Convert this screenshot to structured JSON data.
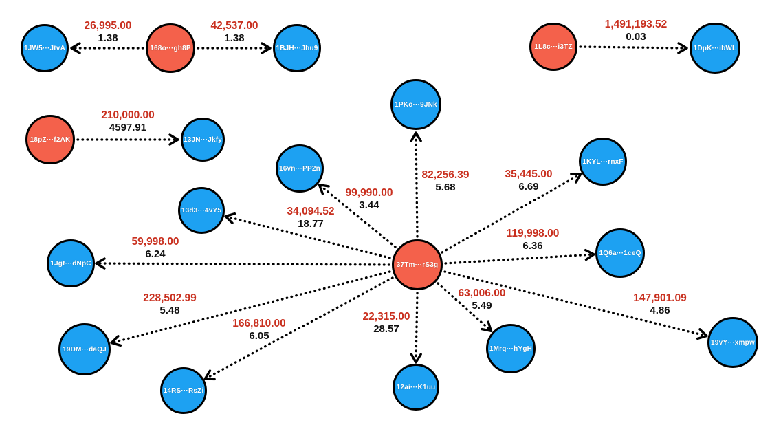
{
  "diagram": {
    "type": "transaction-flow-graph",
    "background": "#ffffff",
    "colors": {
      "source_node_fill": "#f4614b",
      "destination_node_fill": "#1da1f2",
      "node_border": "#000000",
      "node_label_text": "#ffffff",
      "edge_amount_text": "#c9301f",
      "edge_value_text": "#111111",
      "edge_line": "#000000"
    }
  },
  "nodes": [
    {
      "id": "1JW5-JtvA",
      "label": "1JW5···JtvA",
      "type": "destination"
    },
    {
      "id": "168o-gh8P",
      "label": "168o···gh8P",
      "type": "source"
    },
    {
      "id": "1BJH-Jhu9",
      "label": "1BJH···Jhu9",
      "type": "destination"
    },
    {
      "id": "1L8c-i3TZ",
      "label": "1L8c···i3TZ",
      "type": "source"
    },
    {
      "id": "1DpK-ibWL",
      "label": "1DpK···ibWL",
      "type": "destination"
    },
    {
      "id": "18pZ-f2AK",
      "label": "18pZ···f2AK",
      "type": "source"
    },
    {
      "id": "13JN-Jkfy",
      "label": "13JN···Jkfy",
      "type": "destination"
    },
    {
      "id": "1PKo-9JNk",
      "label": "1PKo···9JNk",
      "type": "destination"
    },
    {
      "id": "16vn-PP2n",
      "label": "16vn···PP2n",
      "type": "destination"
    },
    {
      "id": "13d3-4vY5",
      "label": "13d3···4vY5",
      "type": "destination"
    },
    {
      "id": "1Jgt-dNpC",
      "label": "1Jgt···dNpC",
      "type": "destination"
    },
    {
      "id": "19DM-daQJ",
      "label": "19DM···daQJ",
      "type": "destination"
    },
    {
      "id": "14RS-RsZi",
      "label": "14RS···RsZi",
      "type": "destination"
    },
    {
      "id": "12ai-K1uu",
      "label": "12ai···K1uu",
      "type": "destination"
    },
    {
      "id": "1Mrq-hYgH",
      "label": "1Mrq···hYgH",
      "type": "destination"
    },
    {
      "id": "19vY-xmpw",
      "label": "19vY···xmpw",
      "type": "destination"
    },
    {
      "id": "1Q6a-1ceQ",
      "label": "1Q6a···1ceQ",
      "type": "destination"
    },
    {
      "id": "1KYL-rnxF",
      "label": "1KYL···rnxF",
      "type": "destination"
    },
    {
      "id": "37Tm-rS3g",
      "label": "37Tm···rS3g",
      "type": "source"
    }
  ],
  "edges": [
    {
      "source": "168o-gh8P",
      "target": "1JW5-JtvA",
      "amount": "26,995.00",
      "value": "1.38"
    },
    {
      "source": "168o-gh8P",
      "target": "1BJH-Jhu9",
      "amount": "42,537.00",
      "value": "1.38"
    },
    {
      "source": "1L8c-i3TZ",
      "target": "1DpK-ibWL",
      "amount": "1,491,193.52",
      "value": "0.03"
    },
    {
      "source": "18pZ-f2AK",
      "target": "13JN-Jkfy",
      "amount": "210,000.00",
      "value": "4597.91"
    },
    {
      "source": "37Tm-rS3g",
      "target": "1PKo-9JNk",
      "amount": "82,256.39",
      "value": "5.68"
    },
    {
      "source": "37Tm-rS3g",
      "target": "16vn-PP2n",
      "amount": "99,990.00",
      "value": "3.44"
    },
    {
      "source": "37Tm-rS3g",
      "target": "13d3-4vY5",
      "amount": "34,094.52",
      "value": "18.77"
    },
    {
      "source": "37Tm-rS3g",
      "target": "1Jgt-dNpC",
      "amount": "59,998.00",
      "value": "6.24"
    },
    {
      "source": "37Tm-rS3g",
      "target": "19DM-daQJ",
      "amount": "228,502.99",
      "value": "5.48"
    },
    {
      "source": "37Tm-rS3g",
      "target": "14RS-RsZi",
      "amount": "166,810.00",
      "value": "6.05"
    },
    {
      "source": "37Tm-rS3g",
      "target": "12ai-K1uu",
      "amount": "22,315.00",
      "value": "28.57"
    },
    {
      "source": "37Tm-rS3g",
      "target": "1Mrq-hYgH",
      "amount": "63,006.00",
      "value": "5.49"
    },
    {
      "source": "37Tm-rS3g",
      "target": "19vY-xmpw",
      "amount": "147,901.09",
      "value": "4.86"
    },
    {
      "source": "37Tm-rS3g",
      "target": "1Q6a-1ceQ",
      "amount": "119,998.00",
      "value": "6.36"
    },
    {
      "source": "37Tm-rS3g",
      "target": "1KYL-rnxF",
      "amount": "35,445.00",
      "value": "6.69"
    }
  ]
}
